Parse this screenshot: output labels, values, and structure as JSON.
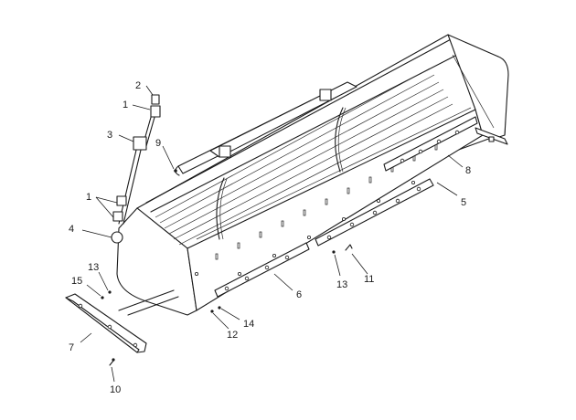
{
  "part_callouts": [
    {
      "id": "label-2",
      "text": "2"
    },
    {
      "id": "label-1a",
      "text": "1"
    },
    {
      "id": "label-3",
      "text": "3"
    },
    {
      "id": "label-9",
      "text": "9"
    },
    {
      "id": "label-1b",
      "text": "1"
    },
    {
      "id": "label-4",
      "text": "4"
    },
    {
      "id": "label-13a",
      "text": "13"
    },
    {
      "id": "label-15",
      "text": "15"
    },
    {
      "id": "label-7",
      "text": "7"
    },
    {
      "id": "label-10",
      "text": "10"
    },
    {
      "id": "label-12",
      "text": "12"
    },
    {
      "id": "label-14",
      "text": "14"
    },
    {
      "id": "label-6",
      "text": "6"
    },
    {
      "id": "label-13b",
      "text": "13"
    },
    {
      "id": "label-11",
      "text": "11"
    },
    {
      "id": "label-5",
      "text": "5"
    },
    {
      "id": "label-8",
      "text": "8"
    }
  ]
}
